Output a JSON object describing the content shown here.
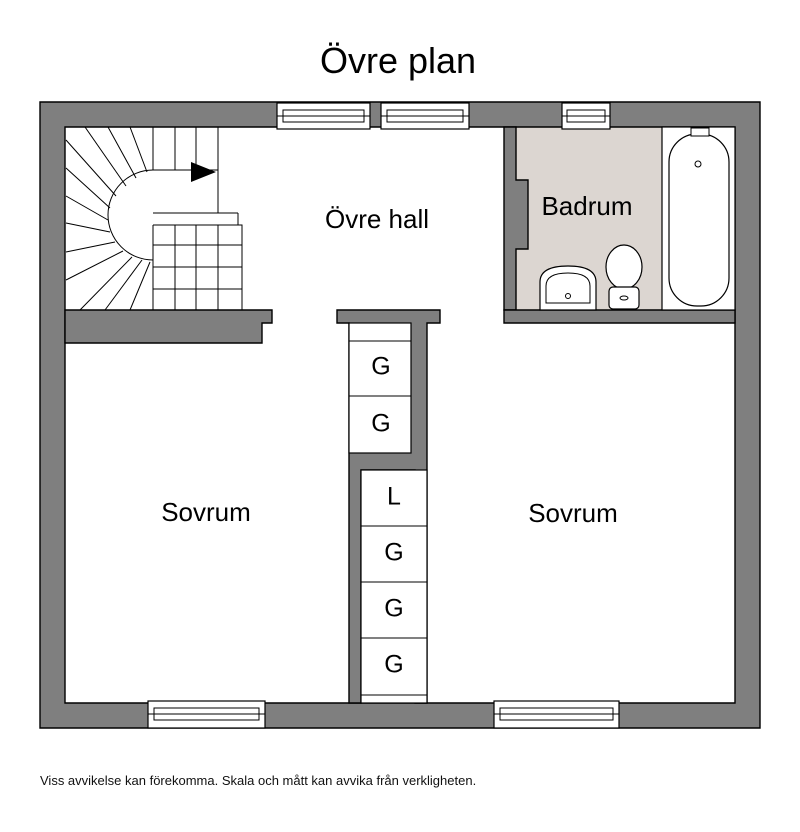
{
  "title": "Övre plan",
  "rooms": {
    "hall": "Övre hall",
    "bathroom": "Badrum",
    "bedroom_left": "Sovrum",
    "bedroom_right": "Sovrum"
  },
  "closets_upper": [
    "G",
    "G"
  ],
  "closets_lower": [
    "L",
    "G",
    "G",
    "G"
  ],
  "disclaimer": "Viss avvikelse kan förekomma. Skala och mått kan avvika från verkligheten.",
  "colors": {
    "wall": "#7f7f7f",
    "bathroom_floor": "#dcd6d1",
    "background": "#ffffff"
  }
}
